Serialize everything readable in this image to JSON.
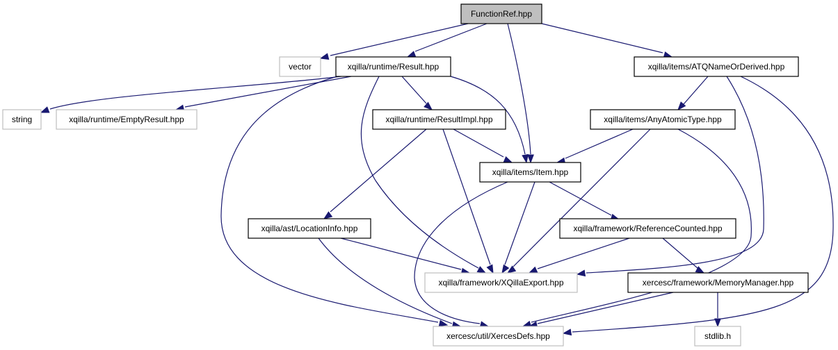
{
  "diagram": {
    "nodes": {
      "functionref": {
        "label": "FunctionRef.hpp",
        "style": "root"
      },
      "vector": {
        "label": "vector",
        "style": "external"
      },
      "result": {
        "label": "xqilla/runtime/Result.hpp",
        "style": "documented"
      },
      "atqname": {
        "label": "xqilla/items/ATQNameOrDerived.hpp",
        "style": "documented"
      },
      "string": {
        "label": "string",
        "style": "external"
      },
      "emptyresult": {
        "label": "xqilla/runtime/EmptyResult.hpp",
        "style": "external"
      },
      "resultimpl": {
        "label": "xqilla/runtime/ResultImpl.hpp",
        "style": "documented"
      },
      "anyatomic": {
        "label": "xqilla/items/AnyAtomicType.hpp",
        "style": "documented"
      },
      "item": {
        "label": "xqilla/items/Item.hpp",
        "style": "documented"
      },
      "locationinfo": {
        "label": "xqilla/ast/LocationInfo.hpp",
        "style": "documented"
      },
      "refcounted": {
        "label": "xqilla/framework/ReferenceCounted.hpp",
        "style": "documented"
      },
      "xqillaexport": {
        "label": "xqilla/framework/XQillaExport.hpp",
        "style": "external"
      },
      "memmanager": {
        "label": "xercesc/framework/MemoryManager.hpp",
        "style": "documented"
      },
      "xercesdefs": {
        "label": "xercesc/util/XercesDefs.hpp",
        "style": "external"
      },
      "stdlib": {
        "label": "stdlib.h",
        "style": "external"
      }
    },
    "edges": [
      [
        "functionref",
        "vector"
      ],
      [
        "functionref",
        "result"
      ],
      [
        "functionref",
        "item"
      ],
      [
        "functionref",
        "atqname"
      ],
      [
        "result",
        "string"
      ],
      [
        "result",
        "emptyresult"
      ],
      [
        "result",
        "resultimpl"
      ],
      [
        "result",
        "item"
      ],
      [
        "result",
        "xqillaexport"
      ],
      [
        "result",
        "xercesdefs"
      ],
      [
        "atqname",
        "anyatomic"
      ],
      [
        "atqname",
        "xqillaexport"
      ],
      [
        "atqname",
        "xercesdefs"
      ],
      [
        "resultimpl",
        "locationinfo"
      ],
      [
        "resultimpl",
        "item"
      ],
      [
        "resultimpl",
        "xqillaexport"
      ],
      [
        "anyatomic",
        "item"
      ],
      [
        "anyatomic",
        "xqillaexport"
      ],
      [
        "anyatomic",
        "xercesdefs"
      ],
      [
        "item",
        "refcounted"
      ],
      [
        "item",
        "xqillaexport"
      ],
      [
        "item",
        "xercesdefs"
      ],
      [
        "locationinfo",
        "xqillaexport"
      ],
      [
        "locationinfo",
        "xercesdefs"
      ],
      [
        "refcounted",
        "xqillaexport"
      ],
      [
        "refcounted",
        "memmanager"
      ],
      [
        "memmanager",
        "xercesdefs"
      ],
      [
        "memmanager",
        "stdlib"
      ]
    ]
  }
}
